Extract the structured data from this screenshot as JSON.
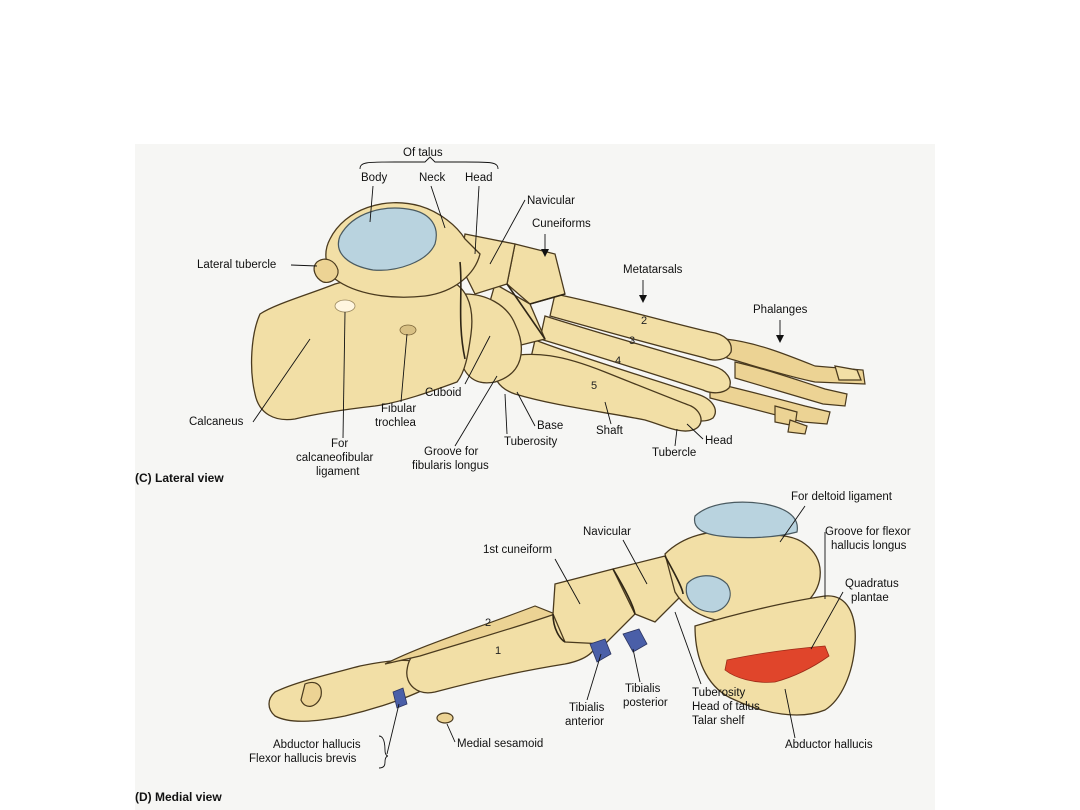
{
  "lateral": {
    "caption": "(C) Lateral view",
    "labels": {
      "of_talus": "Of talus",
      "body": "Body",
      "neck": "Neck",
      "head": "Head",
      "navicular": "Navicular",
      "cuneiforms": "Cuneiforms",
      "lateral_tubercle": "Lateral tubercle",
      "metatarsals": "Metatarsals",
      "phalanges": "Phalanges",
      "cuboid": "Cuboid",
      "calcaneus": "Calcaneus",
      "fibular_trochlea_1": "Fibular",
      "fibular_trochlea_2": "trochlea",
      "for_cf_1": "For",
      "for_cf_2": "calcaneofibular",
      "for_cf_3": "ligament",
      "groove_fl_1": "Groove for",
      "groove_fl_2": "fibularis longus",
      "base": "Base",
      "tuberosity": "Tuberosity",
      "shaft": "Shaft",
      "head_mt": "Head",
      "tubercle": "Tubercle"
    },
    "numbers": [
      "2",
      "3",
      "4",
      "5"
    ]
  },
  "medial": {
    "caption": "(D) Medial view",
    "labels": {
      "deltoid": "For deltoid ligament",
      "navicular": "Navicular",
      "groove_fhl_1": "Groove for flexor",
      "groove_fhl_2": "hallucis longus",
      "first_cuneiform": "1st cuneiform",
      "quadratus_1": "Quadratus",
      "quadratus_2": "plantae",
      "tibialis_ant_1": "Tibialis",
      "tibialis_ant_2": "anterior",
      "tibialis_post_1": "Tibialis",
      "tibialis_post_2": "posterior",
      "tuberosity": "Tuberosity",
      "head_of_talus": "Head of talus",
      "talar_shelf": "Talar shelf",
      "abductor_hallucis_left": "Abductor hallucis",
      "flexor_hallucis_brevis": "Flexor hallucis brevis",
      "medial_sesamoid": "Medial sesamoid",
      "abductor_hallucis_right": "Abductor hallucis"
    },
    "numbers": [
      "2",
      "1"
    ]
  },
  "colors": {
    "bone": "#f2dfa6",
    "cartilage": "#b9d3df",
    "muscle_attachment_blue": "#4a5fa8",
    "muscle_attachment_red": "#e0452b",
    "figure_background": "#f6f6f4"
  }
}
